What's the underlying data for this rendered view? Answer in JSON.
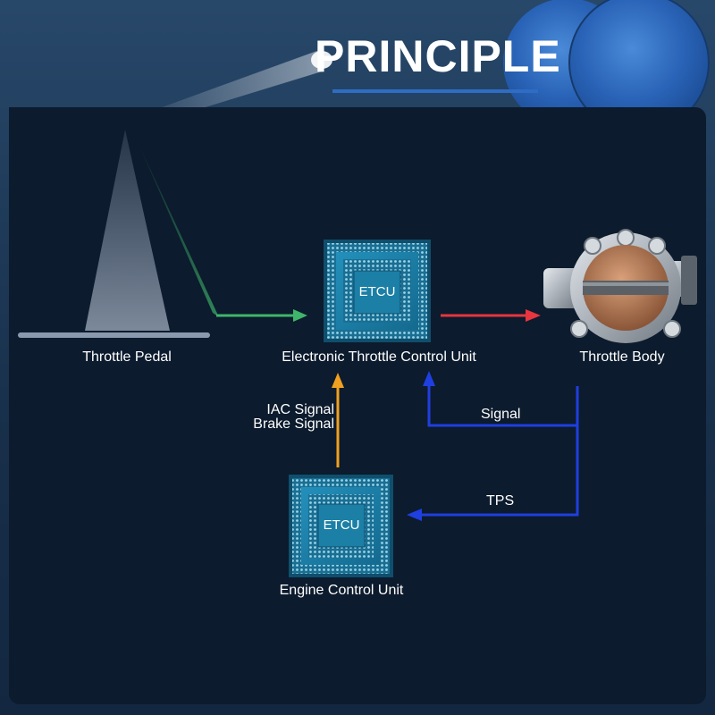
{
  "title": "PRINCIPLE",
  "nodes": {
    "throttle_pedal": {
      "label": "Throttle Pedal"
    },
    "etcu": {
      "label": "Electronic Throttle Control Unit",
      "chip_text": "ETCU"
    },
    "throttle_body": {
      "label": "Throttle Body"
    },
    "ecu": {
      "label": "Engine Control Unit",
      "chip_text": "ETCU"
    }
  },
  "edges": {
    "pedal_to_etcu": {
      "color": "#3fb56b"
    },
    "etcu_to_throttle": {
      "color": "#e8353f"
    },
    "throttle_to_etcu": {
      "label": "Signal",
      "color": "#1f3fe0"
    },
    "throttle_to_ecu": {
      "label": "TPS",
      "color": "#1f3fe0"
    },
    "ecu_to_etcu": {
      "labels": [
        "IAC Signal",
        "Brake Signal"
      ],
      "color": "#f0a020"
    }
  },
  "colors": {
    "panel": "#0c1b2d",
    "chip": "#1b7fa6",
    "accent_blue": "#2f6cc4"
  }
}
